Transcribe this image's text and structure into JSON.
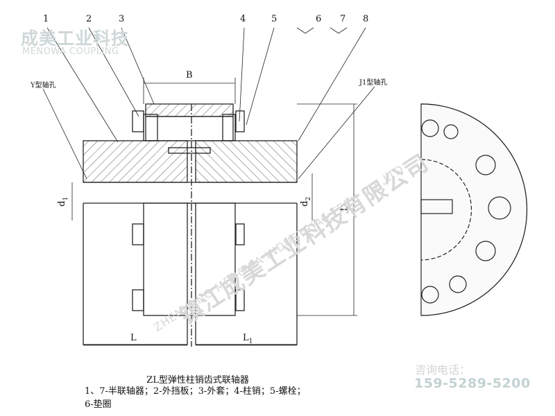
{
  "brand": {
    "cn": "成美工业科技",
    "en": "MENOWA COUPLING"
  },
  "callouts": [
    "1",
    "2",
    "3",
    "4",
    "5",
    "6",
    "7",
    "8"
  ],
  "dims": {
    "B": "B",
    "L": "L",
    "L1_main": "L",
    "L1_sub": "1",
    "D": "D",
    "d1_main": "d",
    "d1_sub": "1",
    "d2_main": "d",
    "d2_sub": "2"
  },
  "bore_labels": {
    "left": "Y型轴孔",
    "right": "J1型轴孔"
  },
  "watermark": {
    "cn": "镇江成美工业科技有限公司",
    "en": "ZHENJIANG MENOWA INDUSTRIAL TECH CO.,LTD"
  },
  "caption": {
    "title": "ZL型弹性柱销齿式联轴器",
    "legend": "1、7-半联轴器；2-外挡板；3-外套；4-柱销；5-螺栓；6-垫圈"
  },
  "contact": {
    "label": "咨询电话：",
    "phone": "159-5289-5200"
  },
  "colors": {
    "line": "#222222",
    "brand": "#cfd8d8",
    "phone": "#c3d2d2",
    "watermark": "#d8d8d8"
  }
}
